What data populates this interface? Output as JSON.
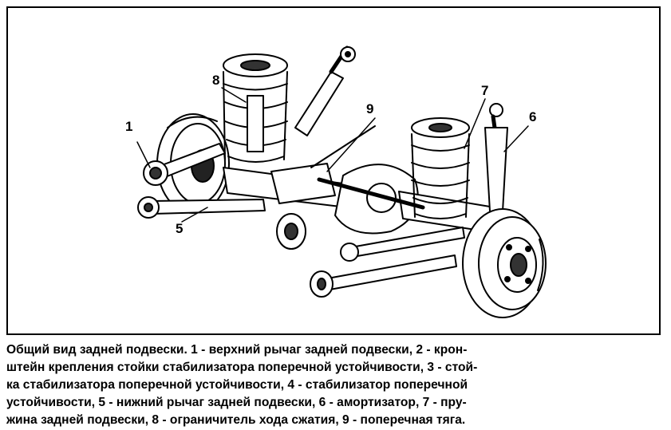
{
  "callouts": {
    "c1": "1",
    "c5": "5",
    "c6": "6",
    "c7": "7",
    "c8": "8",
    "c9": "9"
  },
  "caption": {
    "lines": [
      "Общий вид задней подвески. 1 - верхний рычаг задней подвески, 2 - крон-",
      "штейн крепления стойки стабилизатора поперечной устойчивости, 3 - стой-",
      "ка стабилизатора поперечной устойчивости, 4 - стабилизатор поперечной",
      "устойчивости, 5 - нижний рычаг задней подвески, 6 - амортизатор, 7 - пру-",
      "жина задней подвески, 8 - ограничитель хода сжатия, 9 - поперечная тяга."
    ]
  }
}
